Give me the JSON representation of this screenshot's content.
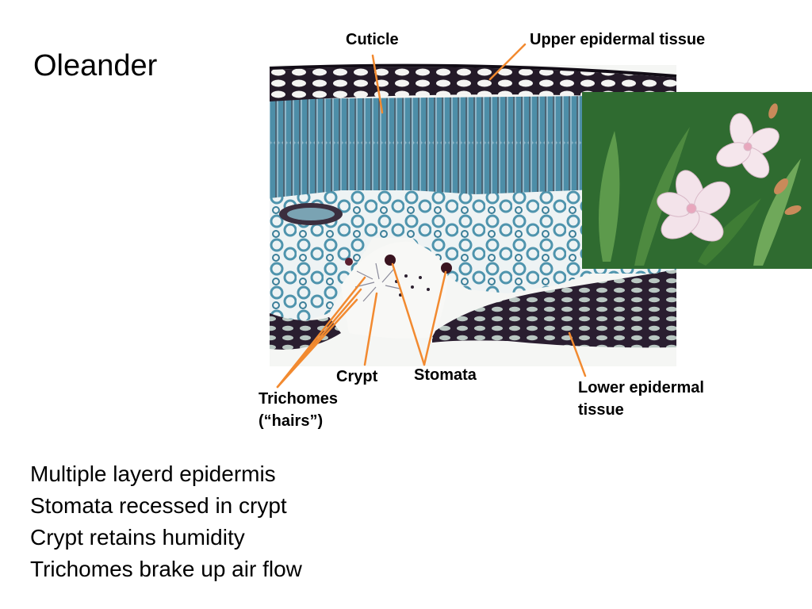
{
  "title": "Oleander",
  "labels": {
    "cuticle": "Cuticle",
    "upper_epidermal": "Upper epidermal tissue",
    "crypt": "Crypt",
    "stomata": "Stomata",
    "trichomes_1": "Trichomes",
    "trichomes_2": "(“hairs”)",
    "lower_epidermal_1": "Lower epidermal",
    "lower_epidermal_2": "tissue"
  },
  "bullets": [
    "Multiple layerd epidermis",
    "Stomata recessed in crypt",
    "Crypt retains humidity",
    "Trichomes brake up air flow"
  ],
  "colors": {
    "leader": "#f28a30",
    "tissue_blue": "#5a9fb8",
    "tissue_dark": "#241a28",
    "leaf_green": "#3f7f3a"
  }
}
